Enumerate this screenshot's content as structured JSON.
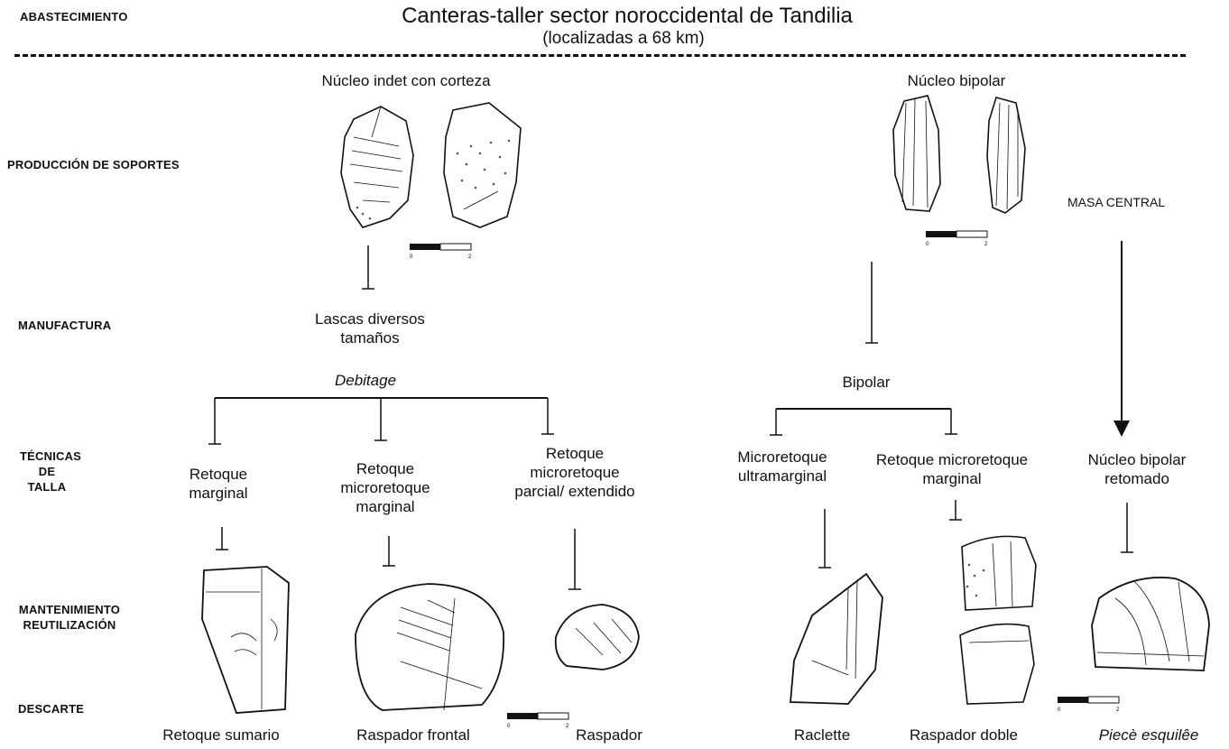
{
  "stages": {
    "abastecimiento": "ABASTECIMIENTO",
    "produccion": "PRODUCCIÓN DE SOPORTES",
    "manufactura": "MANUFACTURA",
    "tecnicas": [
      "TÉCNICAS",
      "DE",
      "TALLA"
    ],
    "mantenimiento": [
      "MANTENIMIENTO",
      "REUTILIZACIÓN"
    ],
    "descarte": "DESCARTE"
  },
  "header": {
    "title": "Canteras-taller sector noroccidental de Tandilia",
    "subtitle": "(localizadas a 68 km)"
  },
  "left": {
    "core_label": "Núcleo indet con corteza",
    "flakes": [
      "Lascas diversos",
      "tamaños"
    ],
    "debitage": "Debitage",
    "tech": [
      [
        "Retoque",
        "marginal"
      ],
      [
        "Retoque",
        "microretoque",
        "marginal"
      ],
      [
        "Retoque",
        "microretoque",
        "parcial/ extendido"
      ]
    ],
    "discard": [
      "Retoque sumario",
      "Raspador frontal",
      "Raspador"
    ]
  },
  "right": {
    "core_label": "Núcleo bipolar",
    "masa_central": "MASA CENTRAL",
    "bipolar": "Bipolar",
    "tech": [
      [
        "Microretoque",
        "ultramarginal"
      ],
      [
        "Retoque microretoque",
        "marginal"
      ],
      [
        "Núcleo bipolar",
        "retomado"
      ]
    ],
    "discard": [
      "Raclette",
      "Raspador doble",
      "Piecè esquilêe"
    ]
  },
  "scale": {
    "start": "0",
    "end": "2"
  }
}
